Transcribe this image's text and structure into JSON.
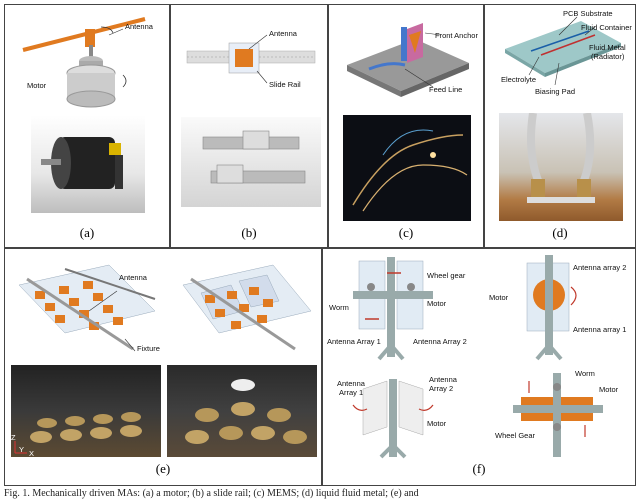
{
  "panels": {
    "a": {
      "caption": "(a)",
      "labels": {
        "antenna": "Antenna",
        "motor": "Motor"
      }
    },
    "b": {
      "caption": "(b)",
      "labels": {
        "antenna": "Antenna",
        "rail": "Slide Rail"
      }
    },
    "c": {
      "caption": "(c)",
      "labels": {
        "anchor": "Front Anchor",
        "feed": "Feed Line"
      }
    },
    "d": {
      "caption": "(d)",
      "labels": {
        "pcb": "PCB Substrate",
        "fluid": "Fluid Container",
        "metal": "Fluid Metal",
        "radiator": "(Radiator)",
        "electrolyte": "Electrolyte",
        "bias": "Biasing Pad"
      }
    },
    "e": {
      "caption": "(e)",
      "labels": {
        "antenna": "Antenna",
        "fixture": "Fixture",
        "z": "Z",
        "y": "Y",
        "x": "X"
      }
    },
    "f": {
      "caption": "(f)",
      "labels": {
        "wheel_gear": "Wheel gear",
        "worm": "Worm",
        "motor": "Motor",
        "array1": "Antenna Array 1",
        "array2": "Antenna Array 2",
        "arr2b": "Antenna array 2",
        "motor2": "Motor",
        "arr1b": "Antenna array 1",
        "arrayL1": "Antenna",
        "arrayL2": "Array 1",
        "arrayR1": "Antenna",
        "arrayR2": "Array 2",
        "motor3": "Motor",
        "worm2": "Worm",
        "motor4": "Motor",
        "wheel_gear2": "Wheel Gear"
      }
    }
  },
  "footer": "Fig. 1. Mechanically driven MAs: (a) a motor; (b) a slide rail; (c) MEMS; (d) liquid fluid metal; (e) and"
}
